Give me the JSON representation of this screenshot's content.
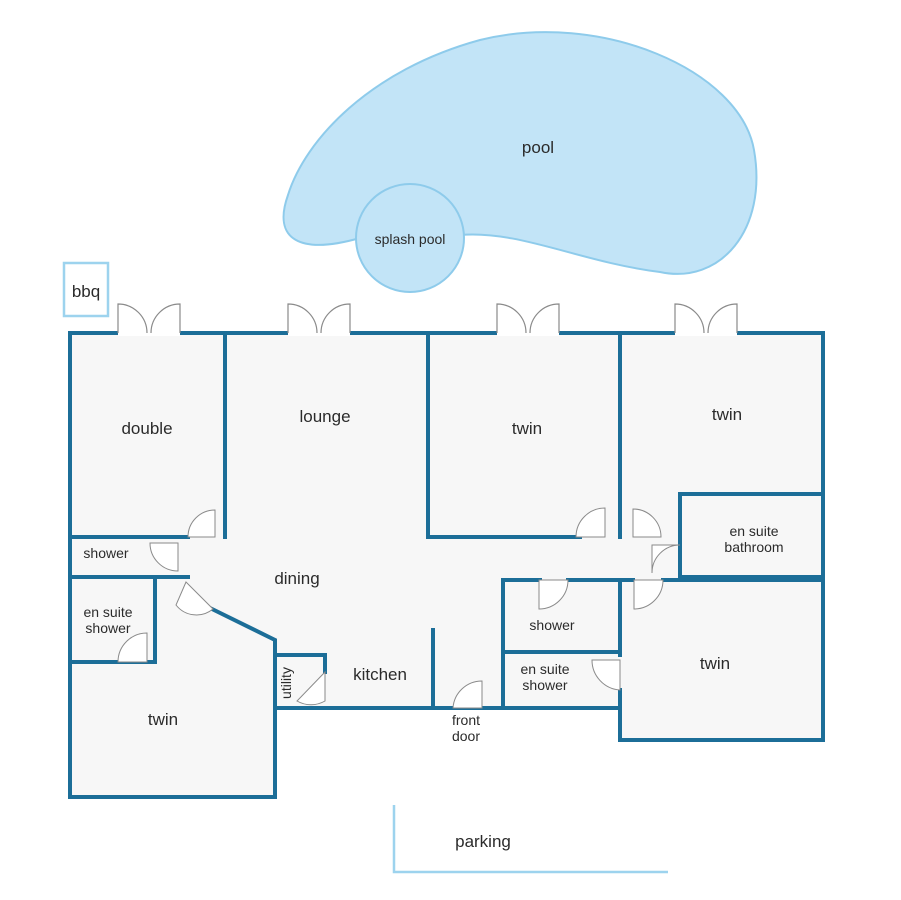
{
  "plan": {
    "colors": {
      "wall": "#1c6e98",
      "floor": "#f7f7f7",
      "pool_fill": "#c2e4f7",
      "pool_edge": "#8ecbeb",
      "outdoor_line": "#9dd3ee",
      "label": "#2b2b2b"
    },
    "outdoor": {
      "pool": "pool",
      "splash_pool": "splash pool",
      "bbq": "bbq",
      "parking": "parking"
    },
    "rooms": {
      "double": "double",
      "lounge": "lounge",
      "twin_center": "twin",
      "twin_right_top": "twin",
      "en_suite_bathroom_1": "en suite",
      "en_suite_bathroom_2": "bathroom",
      "shower_left": "shower",
      "dining": "dining",
      "en_suite_shower_left_1": "en suite",
      "en_suite_shower_left_2": "shower",
      "twin_bottom_left": "twin",
      "utility": "utility",
      "kitchen": "kitchen",
      "front_door_1": "front",
      "front_door_2": "door",
      "shower_center": "shower",
      "en_suite_shower_center_1": "en suite",
      "en_suite_shower_center_2": "shower",
      "twin_bottom_right": "twin"
    }
  }
}
